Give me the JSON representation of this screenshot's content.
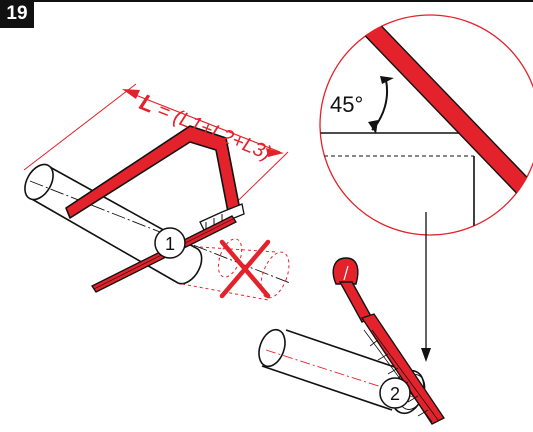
{
  "step_number": "19",
  "length_formula": {
    "symbol": "L",
    "expression": "= (L1+L2+L3)"
  },
  "angle_label": "45°",
  "callouts": [
    "1",
    "2"
  ],
  "colors": {
    "accent": "#E3222B",
    "ink": "#111111",
    "background": "#FFFFFF"
  },
  "icons": [
    "prohibited-x-icon",
    "hacksaw",
    "file-tool",
    "magnifier-circle"
  ]
}
